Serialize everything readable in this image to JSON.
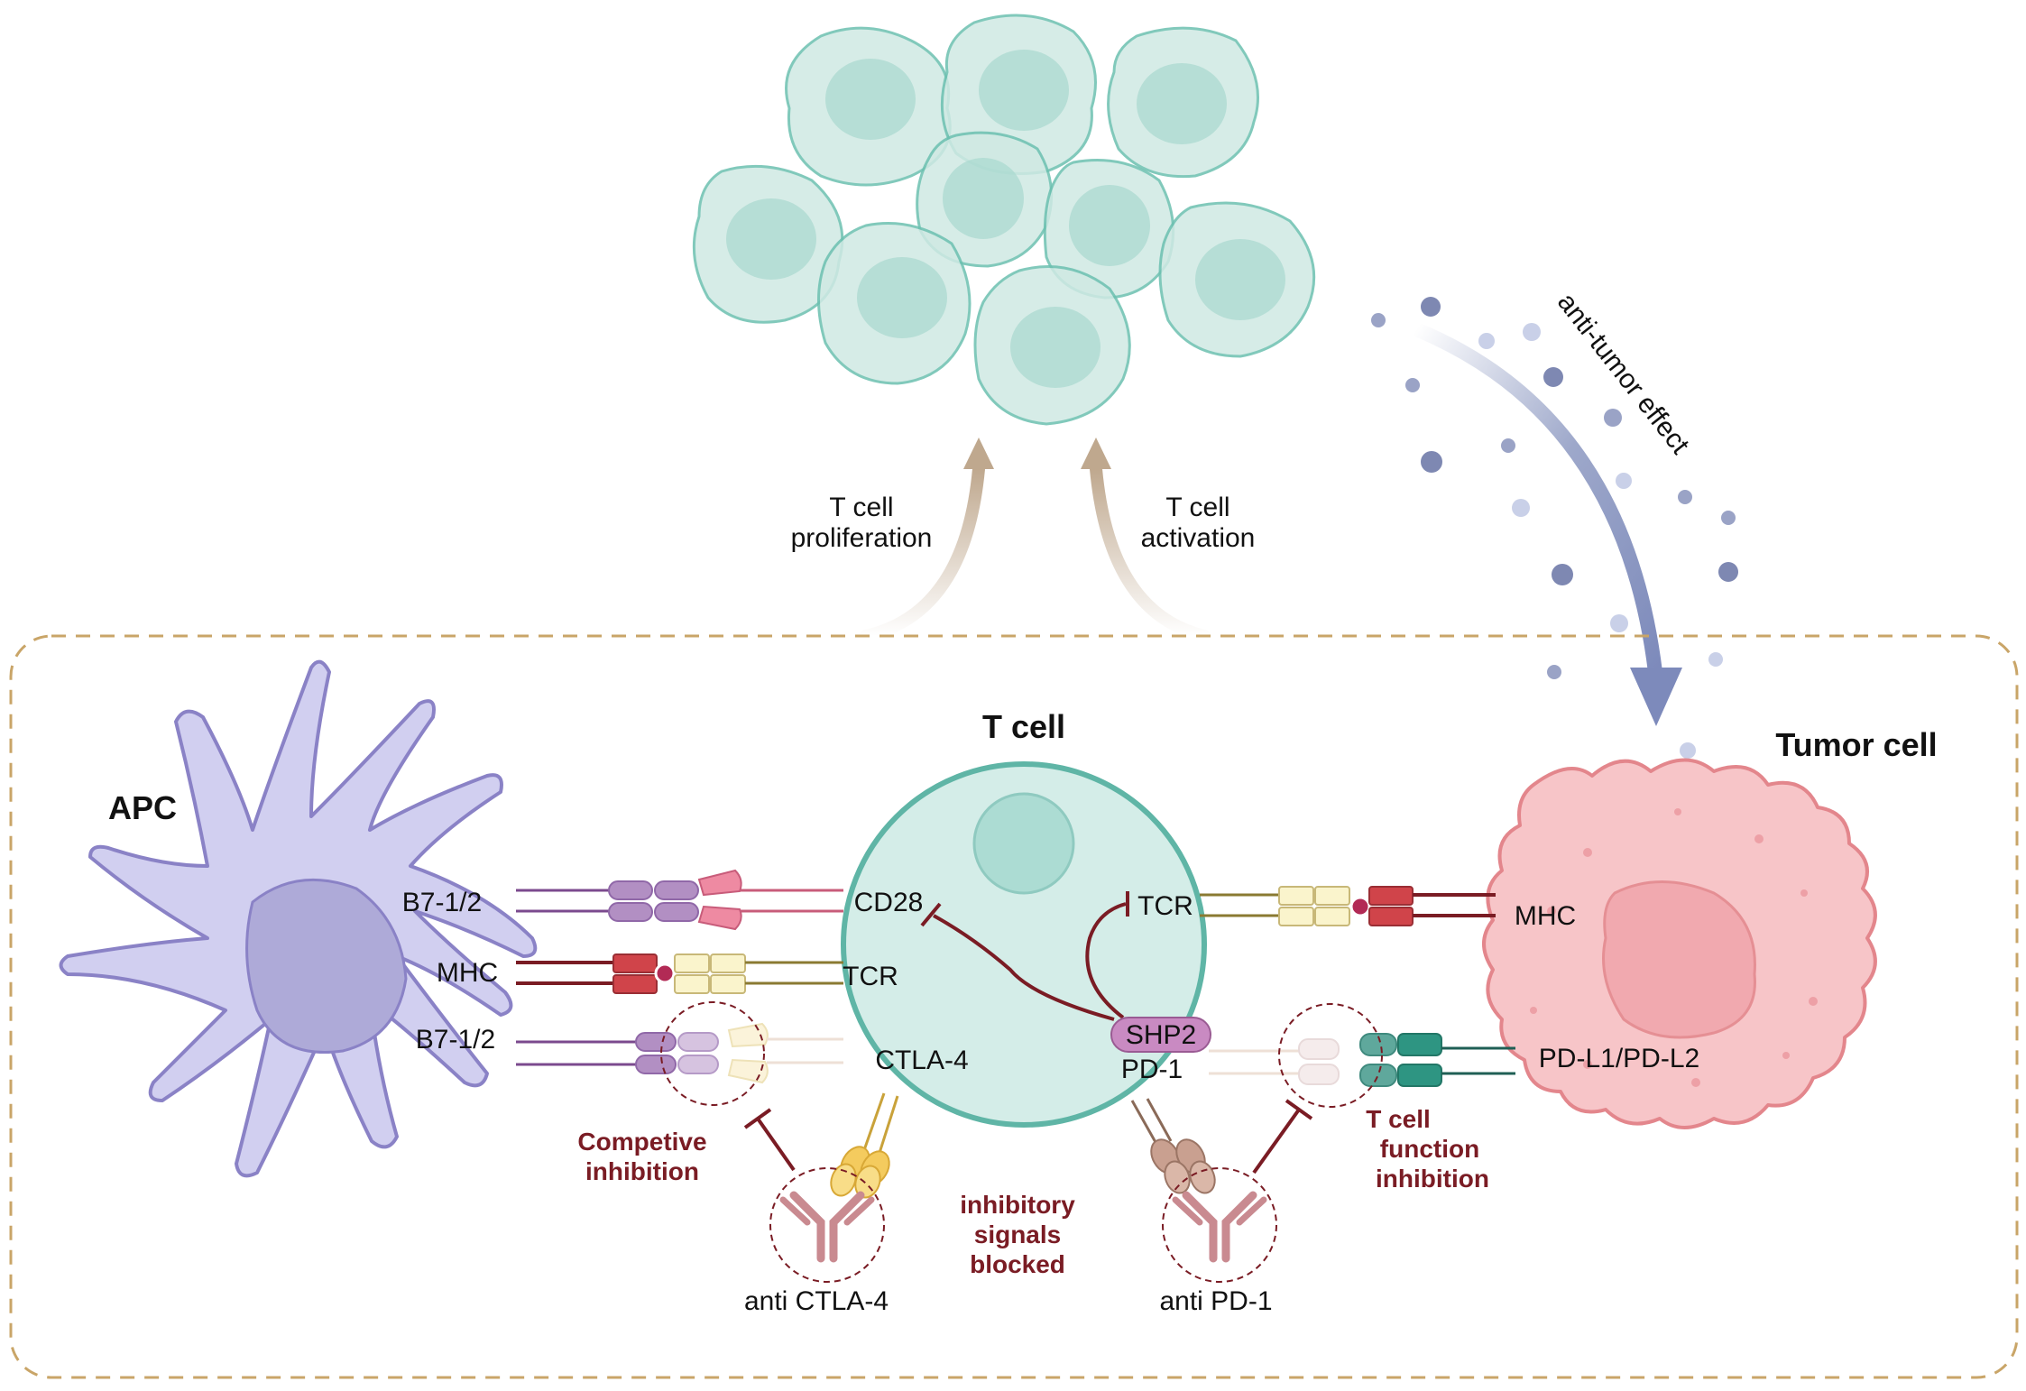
{
  "labels": {
    "apc": "APC",
    "t_cell": "T cell",
    "tumor_cell": "Tumor cell",
    "prolif_1": "T cell",
    "prolif_2": "proliferation",
    "activ_1": "T cell",
    "activ_2": "activation",
    "anti_tumor": "anti-tumor effect",
    "b7_top": "B7-1/2",
    "mhc_left": "MHC",
    "b7_bottom": "B7-1/2",
    "cd28": "CD28",
    "tcr_left": "TCR",
    "ctla4": "CTLA-4",
    "tcr_right": "TCR",
    "shp2": "SHP2",
    "pd1": "PD-1",
    "mhc_right": "MHC",
    "pdl": "PD-L1/PD-L2",
    "competive_1": "Competive",
    "competive_2": "inhibition",
    "inhib_1": "inhibitory",
    "inhib_2": "signals",
    "inhib_3": "blocked",
    "tfunc_1": "T cell",
    "tfunc_2": "function",
    "tfunc_3": "inhibition",
    "anti_ctla4": "anti CTLA-4",
    "anti_pd1": "anti PD-1"
  },
  "colors": {
    "tcell_fill": "#d4ede8",
    "tcell_stroke": "#5fb5a6",
    "apc_fill": "#d1cff0",
    "apc_stroke": "#8a82c6",
    "tumor_fill": "#f7c5c8",
    "tumor_stroke": "#e3868c",
    "inhibition_red": "#7a1c24",
    "arrow_tan": "#bfa88e",
    "arrow_blue": "#8592bd",
    "box_dash": "#c9a568"
  }
}
